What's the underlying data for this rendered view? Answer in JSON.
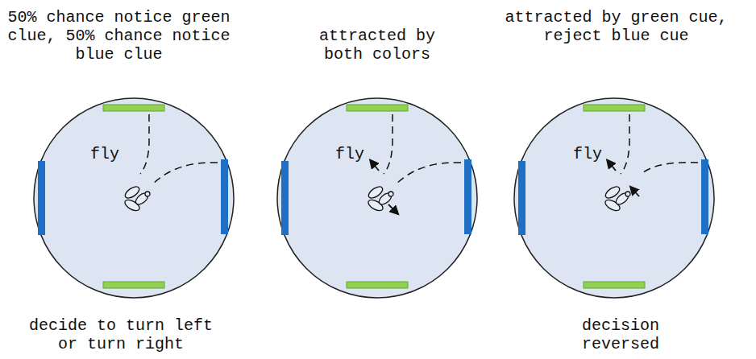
{
  "diagram": {
    "nodes": [
      {
        "text": [
          "50% chance notice green clue, 50% chance notice blue clue",
          "fly"
        ]
      },
      {
        "text": [
          "attracted by both colors",
          "fly"
        ]
      },
      {
        "text": [
          "attracted by green cue, reject blue cue",
          "fly"
        ]
      }
    ],
    "labels": [
      "decide to turn left or turn right",
      "decision reversed"
    ]
  }
}
